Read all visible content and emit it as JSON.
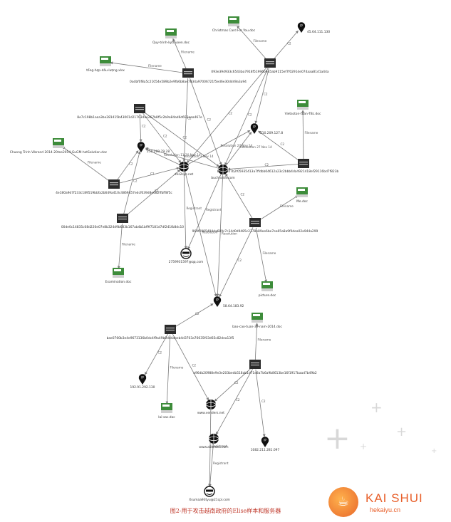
{
  "caption": "图2-用于攻击越南政府的Elise样本和服务器",
  "logo": {
    "title": "KAI SHUI",
    "subtitle": "hekaiyu.cn"
  },
  "icons": {
    "file": "file-icon",
    "exe": "executable-icon",
    "ip": "ip-pin-icon",
    "domain": "domain-icon",
    "person": "person-icon"
  },
  "nodes": [
    {
      "id": "christmas",
      "type": "file",
      "label": "Christmas Card For You.doc"
    },
    {
      "id": "ip45",
      "type": "ip",
      "label": "45.64.111.130"
    },
    {
      "id": "quytrinh",
      "type": "file",
      "label": "Quy-trinh-kythuoen.doc"
    },
    {
      "id": "h093",
      "type": "exe",
      "label": "093e394933c6543ba7918f51996b9a5ab9115ef7f0291de074aaa81d1a44a"
    },
    {
      "id": "tonghop",
      "type": "file",
      "label": "tổng-hợp-dấu-lượng.xlsx"
    },
    {
      "id": "h0adb",
      "type": "exe",
      "label": "0adbf0f8a5c21054e589b2e9fb6b8ae7834a97006721f5ed6e30dd49a3a94"
    },
    {
      "id": "h8e7c",
      "type": "exe",
      "label": "8e7c198b1aaa3be281415b43001d217034ae267b8f5c2b9a84ad6d692aaa467e"
    },
    {
      "id": "ip210a",
      "type": "ip",
      "label": "210.209.127.8"
    },
    {
      "id": "baicaotuan",
      "type": "file",
      "label": "Vietsoton-tuan-TBc.doc"
    },
    {
      "id": "chuong",
      "type": "file",
      "label": "Chuong Trinh Vibrand 2014-20tee2014-GuGM-hetSolution.doc"
    },
    {
      "id": "ip210b",
      "type": "ip",
      "label": "210.209.79.28"
    },
    {
      "id": "dom1",
      "type": "domain",
      "label": "dns2sys.net"
    },
    {
      "id": "dom2",
      "type": "domain",
      "label": "buchnoidv.com"
    },
    {
      "id": "hb0f",
      "type": "exe",
      "label": "b0fffb807b2f05935413a7ffdbb04612a23c2bbb4da4921418ef29116bd7f823b"
    },
    {
      "id": "h4e18",
      "type": "exe",
      "label": "4e180a9d7f233c189519bbfa2b649a410c4869457edcf639d8e682ffbff8f5c"
    },
    {
      "id": "medoc",
      "type": "file",
      "label": "Me.doc"
    },
    {
      "id": "h00de",
      "type": "exe",
      "label": "00de0c14835c08d220e07e8b324d9b683b167ab4b1bf9f7181d7df241fb8dc10"
    },
    {
      "id": "h964",
      "type": "exe",
      "label": "964f0985494da689c7c34d0d9485c2378e89ee6be7ea65a8a9f0dea02a944a299"
    },
    {
      "id": "person1",
      "type": "person",
      "label": "2759931597@qq.com"
    },
    {
      "id": "examination",
      "type": "file",
      "label": "Examination.doc"
    },
    {
      "id": "picture",
      "type": "file",
      "label": "picture.doc"
    },
    {
      "id": "ip58",
      "type": "ip",
      "label": "58.64.183.92"
    },
    {
      "id": "hbae",
      "type": "exe",
      "label": "bae0760b3e4e9673136b0dc4f9a49b0dd4abeb4d3703a76635f03d65c82dea13f5"
    },
    {
      "id": "baocao",
      "type": "file",
      "label": "bao-cao-tuan-39-nam-2014.doc"
    },
    {
      "id": "ha96",
      "type": "exe",
      "label": "a96db20988e9e3e203bedb518ab1d71e8a7b6a9b8613be16f1917baad7b49b2"
    },
    {
      "id": "ip192",
      "type": "ip",
      "label": "192.91.292.130"
    },
    {
      "id": "laisac",
      "type": "file",
      "label": "lai-sac.doc"
    },
    {
      "id": "dom3",
      "type": "domain",
      "label": "www.venders.net"
    },
    {
      "id": "dom4",
      "type": "domain",
      "label": "www.alionexu.com"
    },
    {
      "id": "ip1082",
      "type": "ip",
      "label": "1082.211.281.097"
    },
    {
      "id": "person2",
      "type": "person",
      "label": "Xsumaa93tyu@21cpl.com"
    }
  ],
  "edges": [
    {
      "from": "h093",
      "to": "christmas",
      "label": "Filename"
    },
    {
      "from": "h093",
      "to": "ip45",
      "label": "C2"
    },
    {
      "from": "h0adb",
      "to": "quytrinh",
      "label": "Filename"
    },
    {
      "from": "h0adb",
      "to": "tonghop",
      "label": "Filename"
    },
    {
      "from": "h0adb",
      "to": "dom1",
      "label": "C2"
    },
    {
      "from": "h0adb",
      "to": "dom2",
      "label": "C2"
    },
    {
      "from": "h093",
      "to": "dom1",
      "label": "C2"
    },
    {
      "from": "h093",
      "to": "dom2",
      "label": "C2"
    },
    {
      "from": "h093",
      "to": "ip210a",
      "label": "C2"
    },
    {
      "from": "h8e7c",
      "to": "ip210b",
      "label": "C2"
    },
    {
      "from": "h8e7c",
      "to": "dom2",
      "label": "C2"
    },
    {
      "from": "h8e7c",
      "to": "dom1",
      "label": "C2"
    },
    {
      "from": "dom1",
      "to": "ip210b",
      "label": "Resolution 11-20 Nov 14"
    },
    {
      "from": "dom1",
      "to": "ip210a",
      "label": "Resolution 27 Nov 14"
    },
    {
      "from": "dom2",
      "to": "ip210a",
      "label": "Resolution 27 Nov 14"
    },
    {
      "from": "dom2",
      "to": "ip210b",
      "label": "Resolution 3 Nov 14"
    },
    {
      "from": "hb0f",
      "to": "baicaotuan",
      "label": "Filename"
    },
    {
      "from": "hb0f",
      "to": "ip210a",
      "label": "C2"
    },
    {
      "from": "hb0f",
      "to": "dom2",
      "label": "C2"
    },
    {
      "from": "h4e18",
      "to": "chuong",
      "label": "Filename"
    },
    {
      "from": "h4e18",
      "to": "ip210b",
      "label": "C2"
    },
    {
      "from": "h4e18",
      "to": "dom1",
      "label": "C2"
    },
    {
      "from": "h00de",
      "to": "examination",
      "label": "Filename"
    },
    {
      "from": "h00de",
      "to": "dom1",
      "label": "C2"
    },
    {
      "from": "h00de",
      "to": "ip210b",
      "label": "C2"
    },
    {
      "from": "h964",
      "to": "medoc",
      "label": "Filename"
    },
    {
      "from": "h964",
      "to": "picture",
      "label": "Filename"
    },
    {
      "from": "h964",
      "to": "dom2",
      "label": "C2"
    },
    {
      "from": "h964",
      "to": "ip58",
      "label": "C2"
    },
    {
      "from": "dom2",
      "to": "person1",
      "label": "Registrant"
    },
    {
      "from": "dom1",
      "to": "person1",
      "label": "Registrant"
    },
    {
      "from": "dom1",
      "to": "ip58",
      "label": "Resolution"
    },
    {
      "from": "dom2",
      "to": "ip58",
      "label": "Resolution"
    },
    {
      "from": "hbae",
      "to": "ip58",
      "label": "C2"
    },
    {
      "from": "hbae",
      "to": "ip192",
      "label": "C2"
    },
    {
      "from": "hbae",
      "to": "laisac",
      "label": "Filename"
    },
    {
      "from": "hbae",
      "to": "dom3",
      "label": "C2"
    },
    {
      "from": "ha96",
      "to": "baocao",
      "label": "Filename"
    },
    {
      "from": "ha96",
      "to": "dom3",
      "label": "C2"
    },
    {
      "from": "ha96",
      "to": "dom4",
      "label": "C2"
    },
    {
      "from": "ha96",
      "to": "ip1082",
      "label": "C2"
    },
    {
      "from": "dom3",
      "to": "person2",
      "label": "Registrant"
    },
    {
      "from": "dom4",
      "to": "person2",
      "label": "Registrant"
    }
  ]
}
